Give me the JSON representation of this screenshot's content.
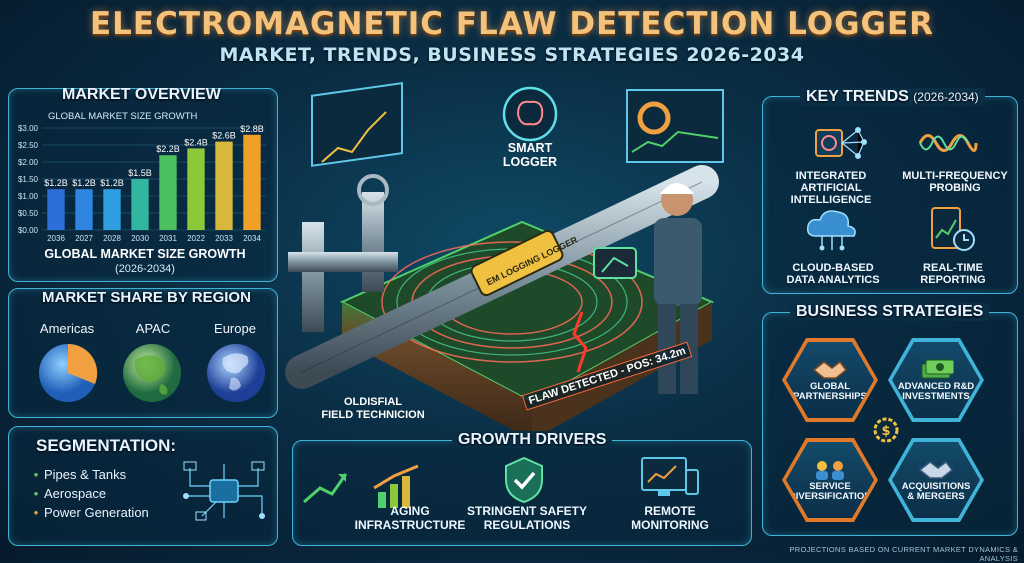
{
  "header": {
    "title": "ELECTROMAGNETIC FLAW DETECTION LOGGER",
    "subtitle": "MARKET, TRENDS, BUSINESS STRATEGIES 2026-2034"
  },
  "market_overview": {
    "heading": "MARKET OVERVIEW",
    "chart_title": "GLOBAL MARKET SIZE GROWTH",
    "caption": "GLOBAL MARKET SIZE GROWTH",
    "caption_sub": "(2026-2034)"
  },
  "chart_data": {
    "type": "bar",
    "title": "GLOBAL MARKET SIZE GROWTH",
    "categories": [
      "2036",
      "2027",
      "2028",
      "2030",
      "2031",
      "2022",
      "2033",
      "2034"
    ],
    "values": [
      1.2,
      1.2,
      1.2,
      1.5,
      2.2,
      2.4,
      2.6,
      2.8
    ],
    "value_labels": [
      "$1.2B",
      "$1.2B",
      "$1.2B",
      "$1.5B",
      "$2.2B",
      "$2.4B",
      "$2.6B",
      "$2.8B"
    ],
    "y_ticks": [
      "$3.00",
      "$2.50",
      "$2.00",
      "$1.50",
      "$1.00",
      "$0.50",
      "$0.00"
    ],
    "ylim": [
      0,
      3
    ],
    "colors": [
      "#2d6fd8",
      "#2f86e0",
      "#2f9ee0",
      "#33b6a0",
      "#4cc060",
      "#8cc83a",
      "#d8b83a",
      "#f0a028"
    ]
  },
  "region": {
    "heading": "MARKET SHARE BY REGION",
    "items": [
      {
        "name": "Americas",
        "icon": "pie-chart-icon"
      },
      {
        "name": "APAC",
        "icon": "globe-asia-icon"
      },
      {
        "name": "Europe",
        "icon": "globe-europe-icon"
      }
    ]
  },
  "segmentation": {
    "heading": "SEGMENTATION:",
    "items": [
      {
        "label": "Pipes & Tanks",
        "color": "#5fd06a"
      },
      {
        "label": "Aerospace",
        "color": "#5fd06a"
      },
      {
        "label": "Power Generation",
        "color": "#f0a040"
      }
    ]
  },
  "center": {
    "smart_logger": "SMART\nLOGGER",
    "smart_logger_1": "SMART",
    "smart_logger_2": "LOGGER",
    "device_text": "EM LOGGING LOGGER",
    "flaw_text": "FLAW DETECTED - POS: 34.2m",
    "tech_label_1": "OLDISFIAL",
    "tech_label_2": "FIELD TECHNICION"
  },
  "key_trends": {
    "heading": "KEY TRENDS",
    "heading_sub": "(2026-2034)",
    "items": [
      {
        "label_1": "INTEGRATED ARTIFICIAL",
        "label_2": "INTELLIGENCE",
        "icon": "ai-chip-icon"
      },
      {
        "label_1": "MULTI-FREQUENCY",
        "label_2": "PROBING",
        "icon": "wave-icon"
      },
      {
        "label_1": "CLOUD-BASED",
        "label_2": "DATA ANALYTICS",
        "icon": "cloud-icon"
      },
      {
        "label_1": "REAL-TIME",
        "label_2": "REPORTING",
        "icon": "tablet-clock-icon"
      }
    ]
  },
  "strategies": {
    "heading": "BUSINESS STRATEGIES",
    "items": [
      {
        "label_1": "GLOBAL",
        "label_2": "PARTNERSHIPS",
        "icon": "handshake-icon",
        "ring": "#e07a2a"
      },
      {
        "label_1": "ADVANCED R&D",
        "label_2": "INVESTMENTS",
        "icon": "money-icon",
        "ring": "#3fb3d8"
      },
      {
        "label_1": "SERVICE",
        "label_2": "DIVERSIFICATION",
        "icon": "team-icon",
        "ring": "#e07a2a"
      },
      {
        "label_1": "ACQUISITIONS",
        "label_2": "& MERGERS",
        "icon": "deal-icon",
        "ring": "#3fb3d8"
      }
    ]
  },
  "drivers": {
    "heading": "GROWTH DRIVERS",
    "items": [
      {
        "label_1": "AGING",
        "label_2": "INFRASTRUCTURE",
        "icon": "growth-chart-icon"
      },
      {
        "label_1": "STRINGENT SAFETY",
        "label_2": "REGULATIONS",
        "icon": "shield-check-icon"
      },
      {
        "label_1": "REMOTE",
        "label_2": "MONITORING",
        "icon": "monitor-icon"
      }
    ]
  },
  "footer": {
    "note": "PROJECTIONS BASED ON CURRENT MARKET DYNAMICS & ANALYSIS"
  },
  "colors": {
    "accent": "#3fb3d8",
    "title": "#f4c27a",
    "orange": "#e07a2a",
    "green": "#5fd06a"
  }
}
